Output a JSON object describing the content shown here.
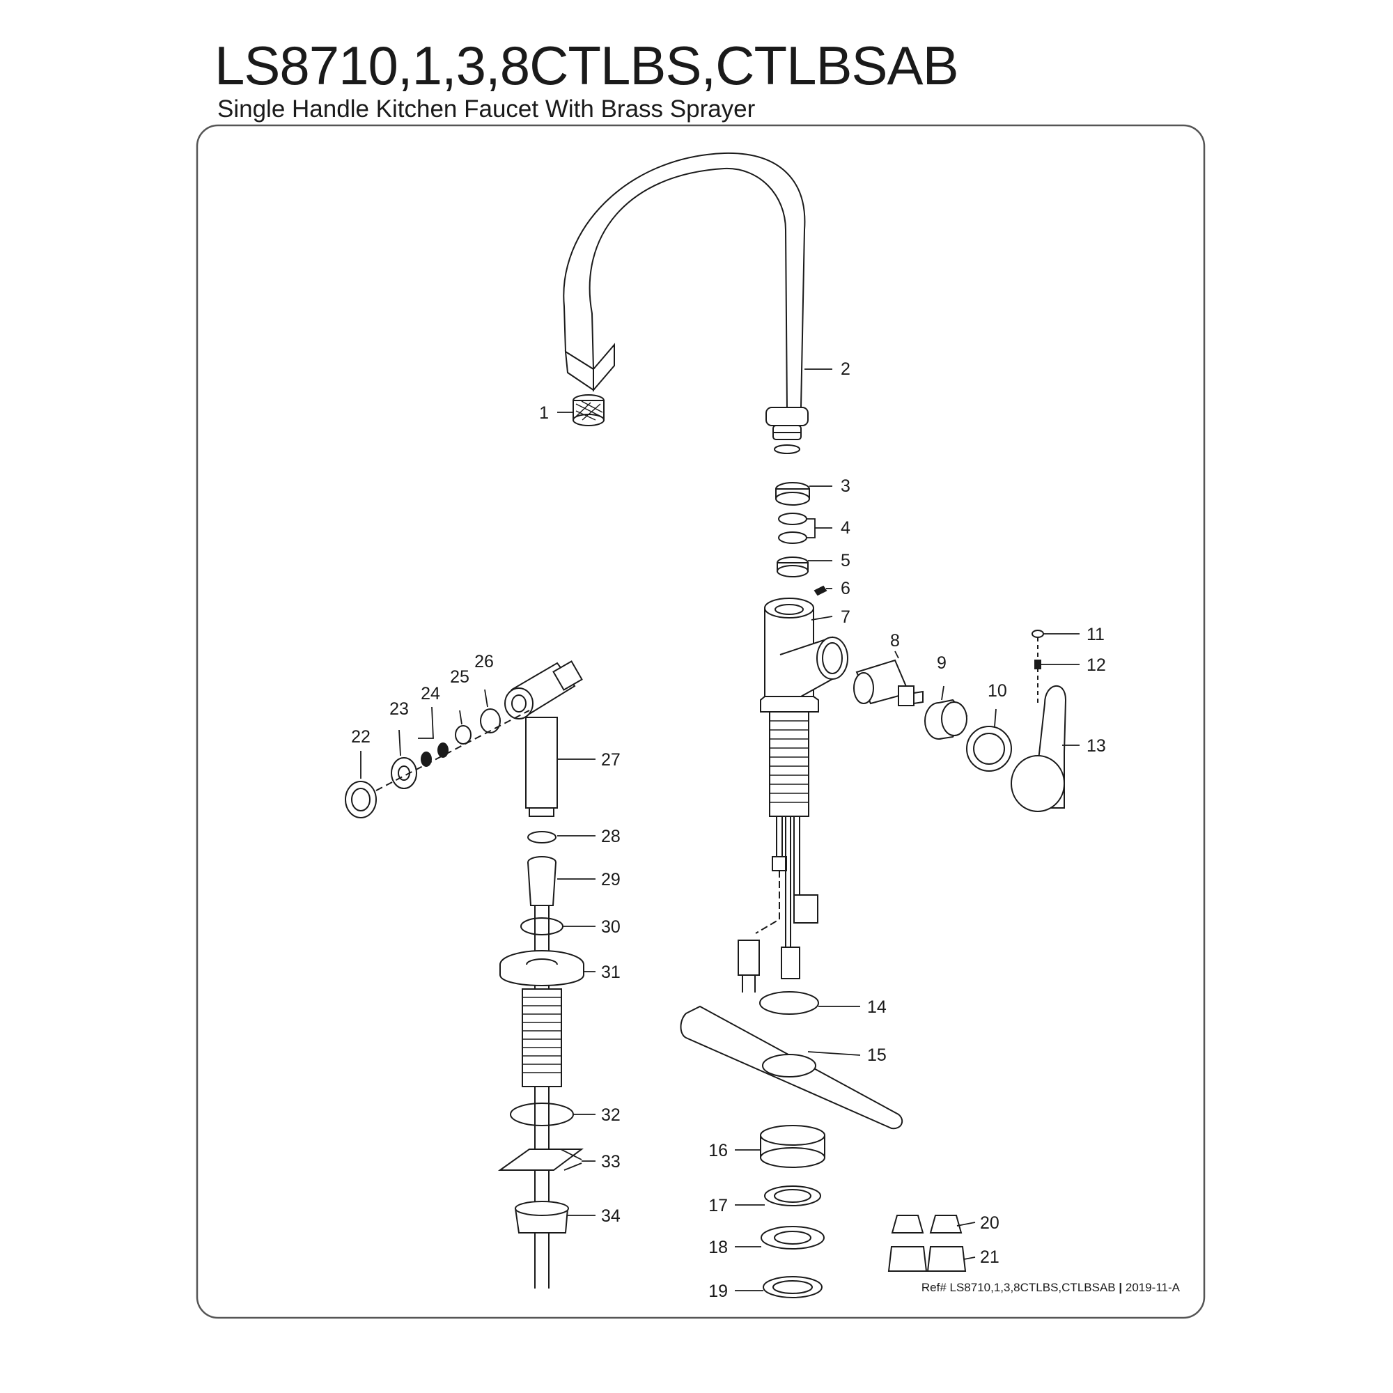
{
  "header": {
    "title": "LS8710,1,3,8CTLBS,CTLBSAB",
    "subtitle": "Single Handle Kitchen Faucet With Brass Sprayer"
  },
  "footer": {
    "ref": "Ref# LS8710,1,3,8CTLBS,CTLBSAB",
    "separator": "|",
    "revision": "2019-11-A"
  },
  "callouts": {
    "c1": "1",
    "c2": "2",
    "c3": "3",
    "c4": "4",
    "c5": "5",
    "c6": "6",
    "c7": "7",
    "c8": "8",
    "c9": "9",
    "c10": "10",
    "c11": "11",
    "c12": "12",
    "c13": "13",
    "c14": "14",
    "c15": "15",
    "c16": "16",
    "c17": "17",
    "c18": "18",
    "c19": "19",
    "c20": "20",
    "c21": "21",
    "c22": "22",
    "c23": "23",
    "c24": "24",
    "c25": "25",
    "c26": "26",
    "c27": "27",
    "c28": "28",
    "c29": "29",
    "c30": "30",
    "c31": "31",
    "c32": "32",
    "c33": "33",
    "c34": "34"
  },
  "colors": {
    "line": "#1a1a1a",
    "fill": "#ffffff",
    "frame": "#555555"
  }
}
